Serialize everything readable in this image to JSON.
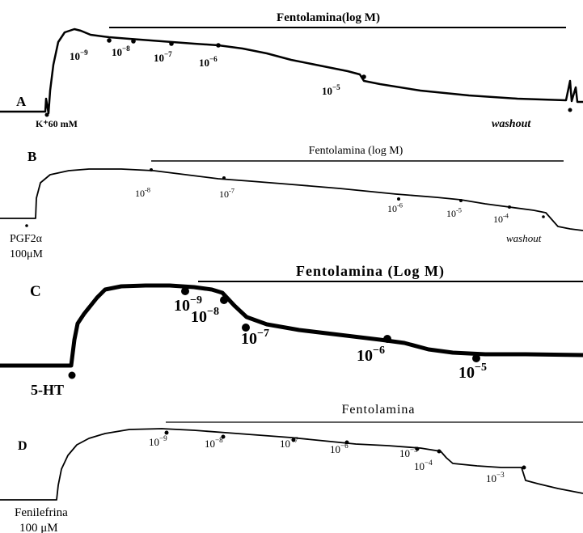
{
  "chart_data": [
    {
      "type": "line",
      "panel": "A",
      "title": "Fentolamina(log M)",
      "stimulus_label": "K⁺60 mM",
      "end_label": "washout",
      "doses": [
        {
          "mantissa": "10",
          "exp": "−9"
        },
        {
          "mantissa": "10",
          "exp": "−8"
        },
        {
          "mantissa": "10",
          "exp": "−7"
        },
        {
          "mantissa": "10",
          "exp": "−6"
        },
        {
          "mantissa": "10",
          "exp": "−5"
        }
      ]
    },
    {
      "type": "line",
      "panel": "B",
      "title": "Fentolamina (log M)",
      "stimulus_label": [
        "PGF2α",
        "100μM"
      ],
      "end_label": "washout",
      "doses": [
        {
          "mantissa": "10",
          "exp": "-8"
        },
        {
          "mantissa": "10",
          "exp": "-7"
        },
        {
          "mantissa": "10",
          "exp": "-6"
        },
        {
          "mantissa": "10",
          "exp": "-5"
        },
        {
          "mantissa": "10",
          "exp": "-4"
        }
      ]
    },
    {
      "type": "line",
      "panel": "C",
      "title": "Fentolamina (Log M)",
      "stimulus_label": "5-HT",
      "doses": [
        {
          "mantissa": "10",
          "exp": "−9"
        },
        {
          "mantissa": "10",
          "exp": "−8"
        },
        {
          "mantissa": "10",
          "exp": "−7"
        },
        {
          "mantissa": "10",
          "exp": "−6"
        },
        {
          "mantissa": "10",
          "exp": "−5"
        }
      ]
    },
    {
      "type": "line",
      "panel": "D",
      "title": "Fentolamina",
      "stimulus_label": [
        "Fenilefrina",
        "100 μM"
      ],
      "doses": [
        {
          "mantissa": "10",
          "exp": "−9"
        },
        {
          "mantissa": "10",
          "exp": "−8"
        },
        {
          "mantissa": "10",
          "exp": "−7"
        },
        {
          "mantissa": "10",
          "exp": "−6"
        },
        {
          "mantissa": "10",
          "exp": "−5"
        },
        {
          "mantissa": "10",
          "exp": "−4"
        },
        {
          "mantissa": "10",
          "exp": "−3"
        }
      ]
    }
  ]
}
